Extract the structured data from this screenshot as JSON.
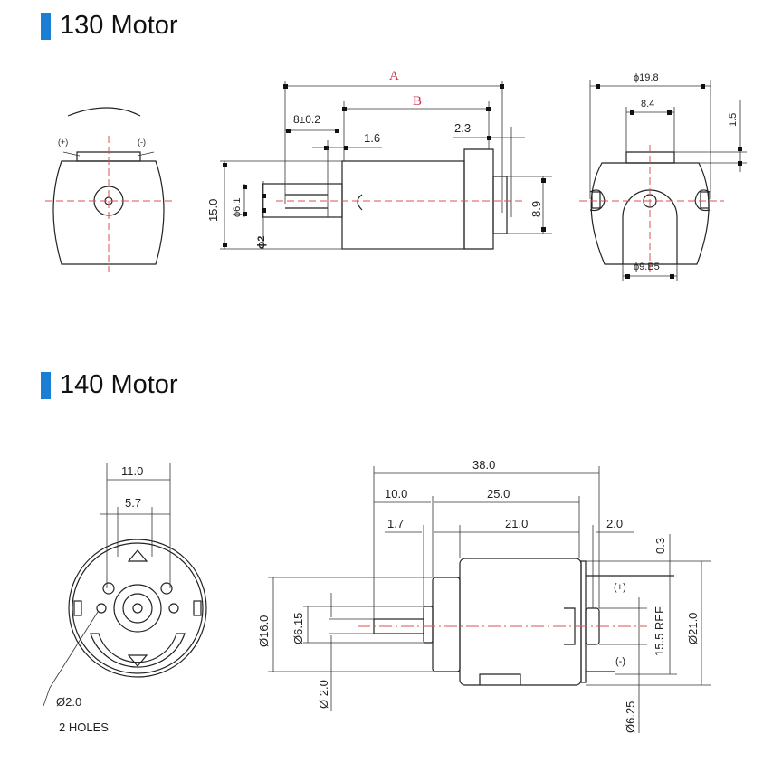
{
  "accent_color": "#1a7fd4",
  "sections": [
    {
      "title": "130 Motor"
    },
    {
      "title": "140 Motor"
    }
  ],
  "motor130": {
    "front": {
      "plus": "(+)",
      "minus": "(-)"
    },
    "side": {
      "A": "A",
      "B": "B",
      "shaft_len": "8±0.2",
      "d1_6": "1.6",
      "d2_3": "2.3",
      "height": "15.0",
      "boss": "ϕ6.1",
      "shaft": "ϕ2",
      "rear": "8.9"
    },
    "rear": {
      "width": "ϕ19.8",
      "tab": "8.4",
      "tab_h": "1.5",
      "boss": "ϕ9.B5"
    }
  },
  "motor140": {
    "front": {
      "w11": "11.0",
      "w57": "5.7",
      "holes_d": "Ø2.0",
      "holes": "2 HOLES"
    },
    "side": {
      "total": "38.0",
      "shaft": "10.0",
      "body": "25.0",
      "d17": "1.7",
      "can": "21.0",
      "d20": "2.0",
      "d03": "0.3",
      "ref": "15.5 REF.",
      "dia21": "Ø21.0",
      "dia16": "Ø16.0",
      "dia615": "Ø6.15",
      "dia2": "Ø 2.0",
      "dia625": "Ø6.25",
      "plus": "(+)",
      "minus": "(-)"
    }
  }
}
